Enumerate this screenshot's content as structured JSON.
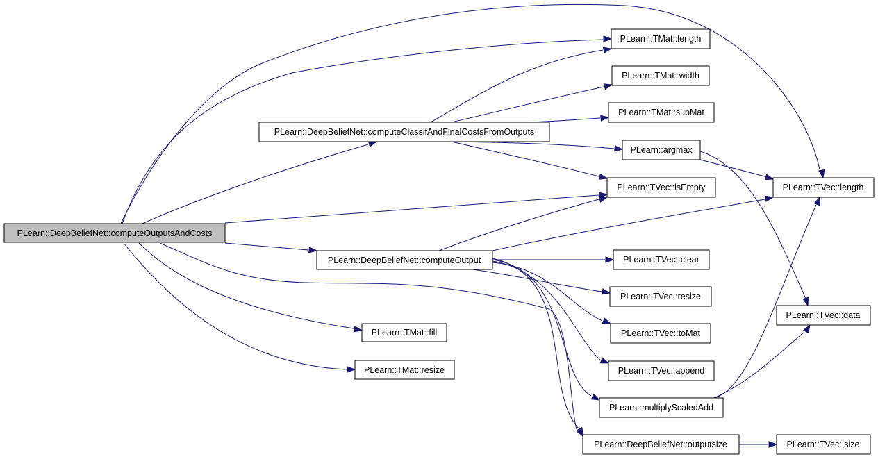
{
  "graph": {
    "nodes": [
      {
        "id": "root",
        "label": "PLearn::DeepBeliefNet::computeOutputsAndCosts",
        "root": true
      },
      {
        "id": "tmat_length",
        "label": "PLearn::TMat::length"
      },
      {
        "id": "tmat_width",
        "label": "PLearn::TMat::width"
      },
      {
        "id": "tmat_submat",
        "label": "PLearn::TMat::subMat"
      },
      {
        "id": "compute_classif",
        "label": "PLearn::DeepBeliefNet::computeClassifAndFinalCostsFromOutputs"
      },
      {
        "id": "argmax",
        "label": "PLearn::argmax"
      },
      {
        "id": "tvec_isempty",
        "label": "PLearn::TVec::isEmpty"
      },
      {
        "id": "tvec_length",
        "label": "PLearn::TVec::length"
      },
      {
        "id": "compute_output",
        "label": "PLearn::DeepBeliefNet::computeOutput"
      },
      {
        "id": "tvec_clear",
        "label": "PLearn::TVec::clear"
      },
      {
        "id": "tvec_resize",
        "label": "PLearn::TVec::resize"
      },
      {
        "id": "tvec_data",
        "label": "PLearn::TVec::data"
      },
      {
        "id": "tmat_fill",
        "label": "PLearn::TMat::fill"
      },
      {
        "id": "tvec_tomat",
        "label": "PLearn::TVec::toMat"
      },
      {
        "id": "tmat_resize",
        "label": "PLearn::TMat::resize"
      },
      {
        "id": "tvec_append",
        "label": "PLearn::TVec::append"
      },
      {
        "id": "multiply_scaled_add",
        "label": "PLearn::multiplyScaledAdd"
      },
      {
        "id": "outputsize",
        "label": "PLearn::DeepBeliefNet::outputsize"
      },
      {
        "id": "tvec_size",
        "label": "PLearn::TVec::size"
      }
    ],
    "edges": [
      {
        "from": "root",
        "to": "tvec_length"
      },
      {
        "from": "root",
        "to": "tmat_length"
      },
      {
        "from": "root",
        "to": "compute_classif"
      },
      {
        "from": "root",
        "to": "tvec_isempty"
      },
      {
        "from": "root",
        "to": "compute_output"
      },
      {
        "from": "root",
        "to": "tmat_fill"
      },
      {
        "from": "root",
        "to": "tmat_resize"
      },
      {
        "from": "root",
        "to": "outputsize"
      },
      {
        "from": "compute_classif",
        "to": "tmat_length"
      },
      {
        "from": "compute_classif",
        "to": "tmat_width"
      },
      {
        "from": "compute_classif",
        "to": "tmat_submat"
      },
      {
        "from": "compute_classif",
        "to": "argmax"
      },
      {
        "from": "compute_classif",
        "to": "tvec_isempty"
      },
      {
        "from": "argmax",
        "to": "tvec_length"
      },
      {
        "from": "argmax",
        "to": "tvec_data"
      },
      {
        "from": "compute_output",
        "to": "tvec_isempty"
      },
      {
        "from": "compute_output",
        "to": "tvec_length"
      },
      {
        "from": "compute_output",
        "to": "tvec_clear"
      },
      {
        "from": "compute_output",
        "to": "tvec_resize"
      },
      {
        "from": "compute_output",
        "to": "tvec_tomat"
      },
      {
        "from": "compute_output",
        "to": "tvec_append"
      },
      {
        "from": "compute_output",
        "to": "multiply_scaled_add"
      },
      {
        "from": "compute_output",
        "to": "outputsize"
      },
      {
        "from": "multiply_scaled_add",
        "to": "tvec_length"
      },
      {
        "from": "multiply_scaled_add",
        "to": "tvec_data"
      },
      {
        "from": "outputsize",
        "to": "tvec_size"
      }
    ],
    "colors": {
      "edge": "#191970",
      "node_border": "#000000",
      "root_fill": "#bfbfbf",
      "node_fill": "#ffffff"
    }
  }
}
